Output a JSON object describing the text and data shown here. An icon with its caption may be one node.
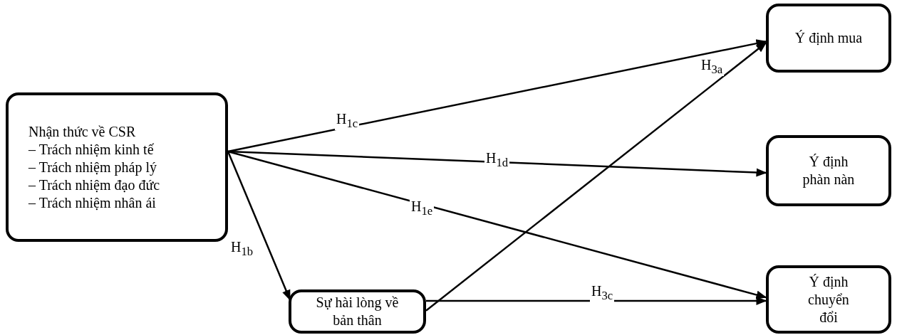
{
  "diagram": {
    "nodes": [
      {
        "text": [
          "Nhận thức về CSR",
          "– Trách nhiệm kinh tế",
          "– Trách nhiệm pháp lý",
          "– Trách nhiệm đạo đức",
          "– Trách nhiệm nhân ái"
        ]
      },
      {
        "text": [
          "Sự hài lòng về bản thân"
        ]
      },
      {
        "text": [
          "Ý định mua"
        ]
      },
      {
        "text": [
          "Ý định phàn nàn"
        ]
      },
      {
        "text": [
          "Ý định chuyển đổi"
        ]
      }
    ],
    "edges": [
      {
        "from": 0,
        "to": 1,
        "arrow": "to",
        "label": "H$_{1b}$"
      },
      {
        "from": 0,
        "to": 2,
        "arrow": "to",
        "label": "H$_{1c}$"
      },
      {
        "from": 0,
        "to": 3,
        "arrow": "to",
        "label": "H$_{1d}$"
      },
      {
        "from": 0,
        "to": 4,
        "arrow": "to",
        "label": "H$_{1e}$"
      },
      {
        "from": 1,
        "to": 2,
        "arrow": "to",
        "label": "H$_{3a}$"
      },
      {
        "from": 1,
        "to": 4,
        "arrow": "to",
        "label": "H$_{3c}$"
      }
    ]
  }
}
